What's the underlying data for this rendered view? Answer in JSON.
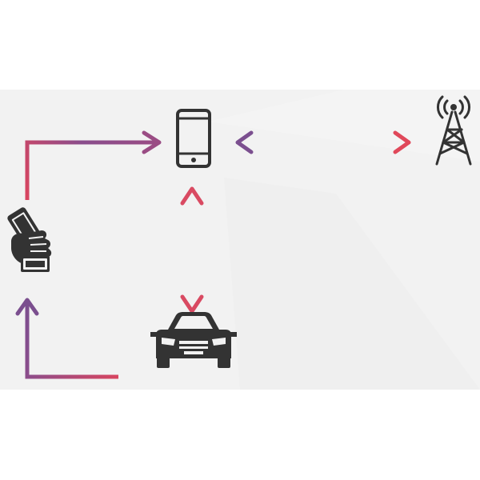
{
  "diagram": {
    "colors": {
      "background": "#ffffff",
      "panel": "#f2f2f2",
      "icon": "#333333",
      "arrow_start": "#7b4f8f",
      "arrow_end": "#e0485a"
    },
    "nodes": [
      {
        "id": "smartphone",
        "icon": "smartphone-icon"
      },
      {
        "id": "cell-tower",
        "icon": "cell-tower-icon"
      },
      {
        "id": "hand-phone",
        "icon": "hand-holding-phone-icon"
      },
      {
        "id": "car",
        "icon": "car-icon"
      }
    ],
    "edges": [
      {
        "from": "hand-phone",
        "to": "smartphone",
        "direction": "forward"
      },
      {
        "from": "smartphone",
        "to": "cell-tower",
        "direction": "both"
      },
      {
        "from": "smartphone",
        "to": "car",
        "direction": "both"
      },
      {
        "from": "car",
        "to": "hand-phone",
        "direction": "forward"
      }
    ]
  }
}
